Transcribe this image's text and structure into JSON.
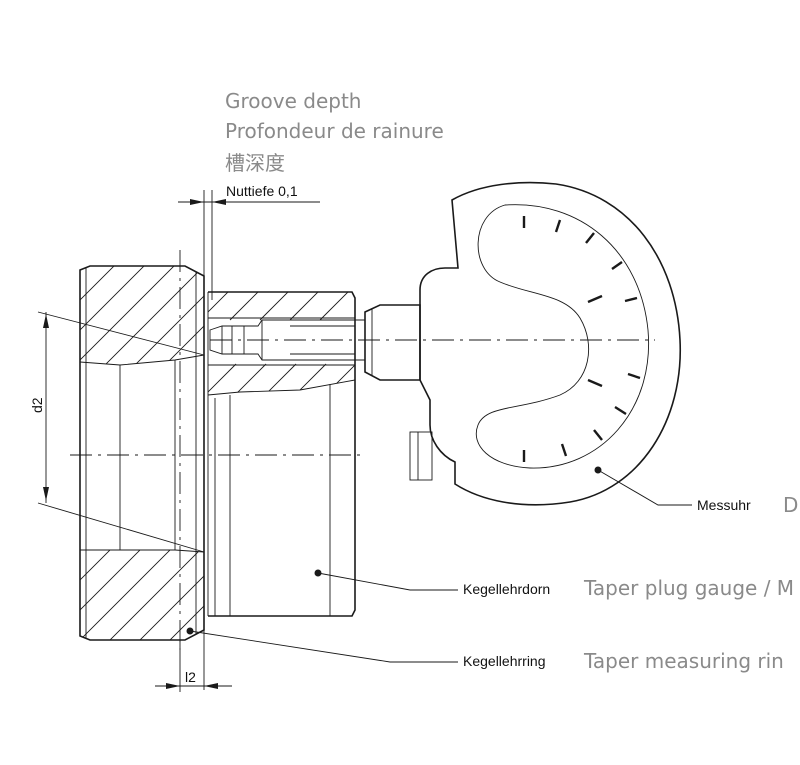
{
  "groove_depth": {
    "en": "Groove depth",
    "fr": "Profondeur de rainure",
    "zh": "槽深度"
  },
  "dimensions": {
    "nuttiefe": "Nuttiefe  0,1",
    "d2": "d2",
    "l2": "l2"
  },
  "callouts": {
    "messuhr": "Messuhr",
    "messuhr_trans": "D",
    "kegellehrdorn": "Kegellehrdorn",
    "kegellehrdorn_trans": "Taper plug gauge / M",
    "kegellehrring": "Kegellehrring",
    "kegellehrring_trans": "Taper measuring rin"
  },
  "colors": {
    "line": "#1a1a1a",
    "caption": "#8a8a8a"
  }
}
